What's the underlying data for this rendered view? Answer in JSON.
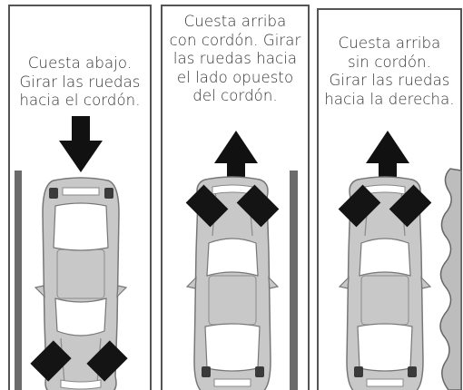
{
  "colors": {
    "frame": "#555555",
    "curb": "#6b6b6b",
    "car_body": "#c8c8c8",
    "car_outline": "#777777",
    "glass": "#ffffff",
    "tire": "#141414",
    "arrow": "#111111",
    "soft_shoulder": "#bdbdbd"
  },
  "panels": [
    {
      "id": "downhill",
      "caption_lines": [
        "Cuesta abajo.",
        "Girar las ruedas",
        "hacia el cordón."
      ],
      "arrow_direction": "down",
      "front_wheels_turn": "toward-curb",
      "edge": "curb",
      "icons": [
        "arrow-down-icon",
        "car-top-view-icon",
        "curb-icon"
      ]
    },
    {
      "id": "uphill-with-curb",
      "caption_lines": [
        "Cuesta arriba",
        "con cordón. Girar",
        "las ruedas hacia",
        "el lado opuesto",
        "del cordón."
      ],
      "arrow_direction": "up",
      "front_wheels_turn": "away-from-curb",
      "edge": "curb",
      "icons": [
        "arrow-up-icon",
        "car-top-view-icon",
        "curb-icon"
      ]
    },
    {
      "id": "uphill-no-curb",
      "caption_lines": [
        "Cuesta arriba",
        "sin cordón.",
        "Girar las ruedas",
        "hacia la derecha."
      ],
      "arrow_direction": "up",
      "front_wheels_turn": "right",
      "edge": "no-curb",
      "icons": [
        "arrow-up-icon",
        "car-top-view-icon",
        "road-edge-icon"
      ]
    }
  ]
}
